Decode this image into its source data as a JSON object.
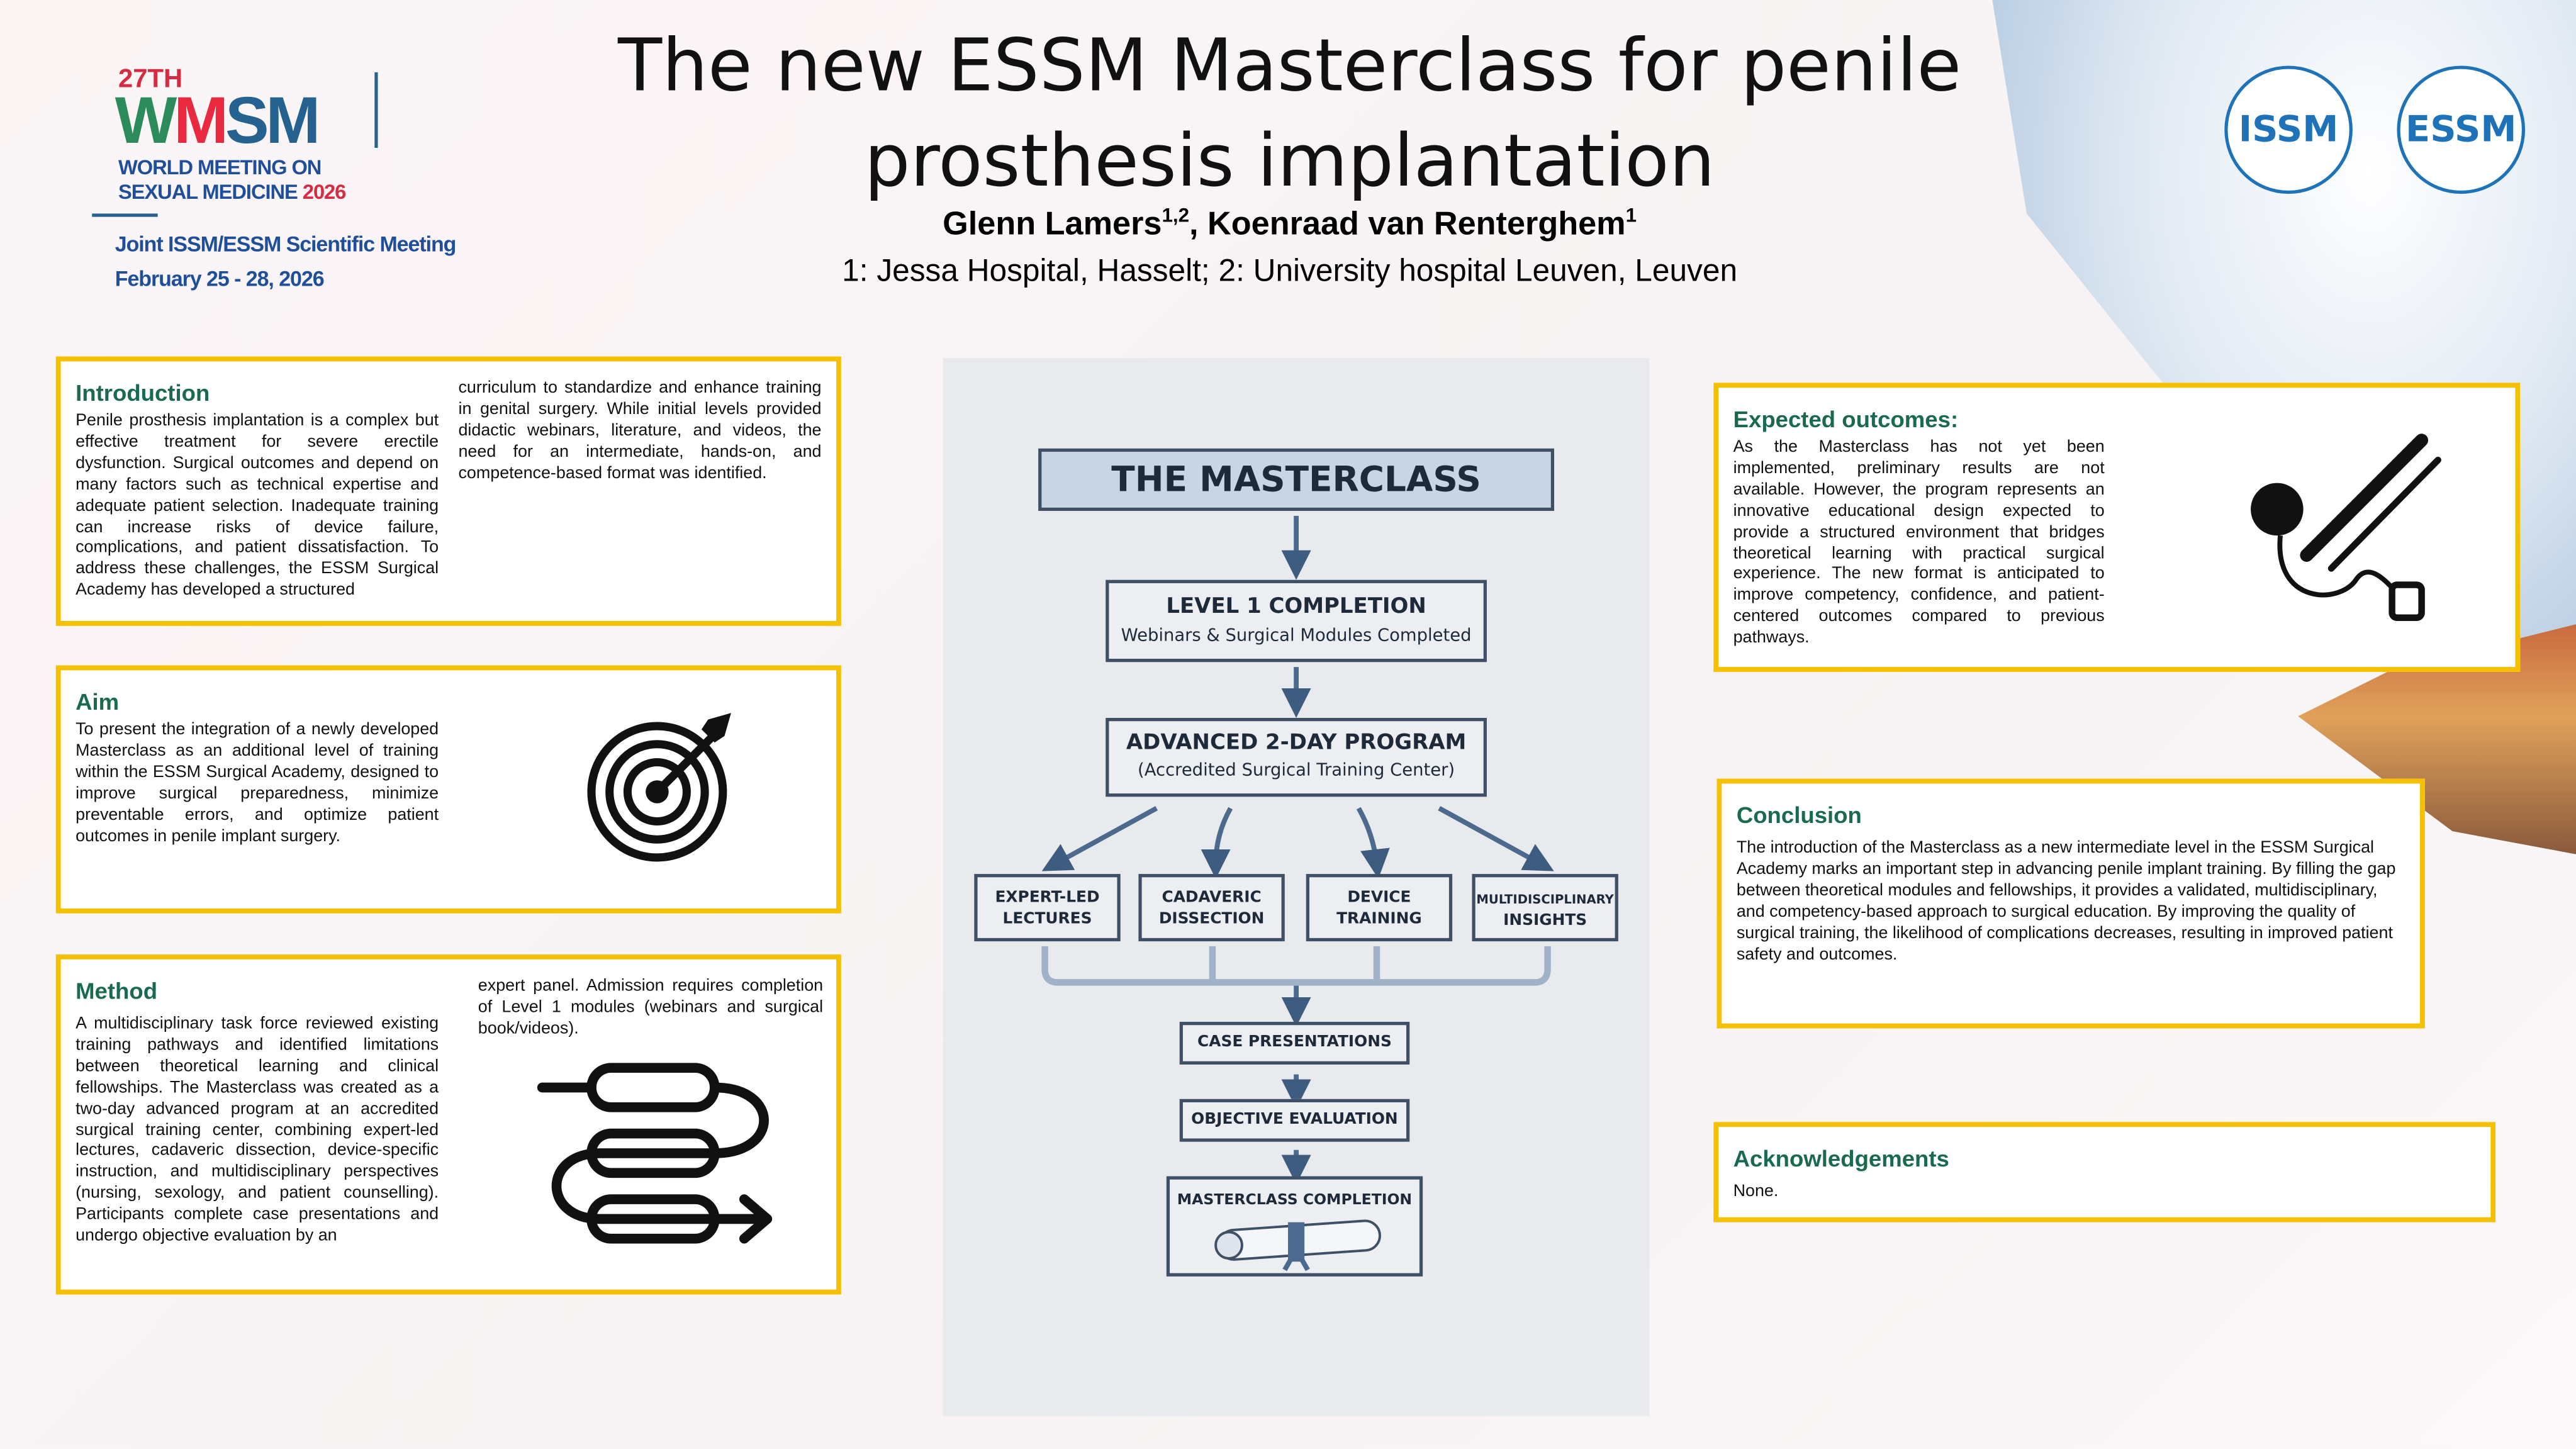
{
  "header": {
    "title_line1": "The new ESSM Masterclass for penile",
    "title_line2": "prosthesis implantation",
    "authors": "Glenn Lamers",
    "authors_sup1": "1,2",
    "authors2": ", Koenraad van Renterghem",
    "authors_sup2": "1",
    "affiliations": "1: Jessa Hospital, Hasselt; 2: University hospital Leuven, Leuven"
  },
  "logo": {
    "edition": "27TH",
    "w": "W",
    "m": "M",
    "sm": "SM",
    "line1": "WORLD MEETING ON",
    "line2": "SEXUAL MEDICINE",
    "year": "2026",
    "joint": "Joint ISSM/ESSM Scientific Meeting",
    "dates": "February 25 - 28, 2026"
  },
  "badges": {
    "issm": "ISSM",
    "essm": "ESSM"
  },
  "introduction": {
    "heading": "Introduction",
    "col1": "Penile prosthesis implantation is a complex but effective treatment for severe erectile dysfunction. Surgical outcomes and depend on many factors such as technical expertise and adequate patient selection. Inadequate training can increase risks of device failure, complications, and patient dissatisfaction. To address these challenges, the ESSM Surgical Academy has developed a structured",
    "col2": "curriculum to standardize and enhance training in genital surgery. While initial levels provided didactic webinars, literature, and videos, the need for an intermediate, hands-on, and competence-based format was identified."
  },
  "aim": {
    "heading": "Aim",
    "text": "To present the integration of a newly developed Masterclass as an additional level of training within the ESSM Surgical Academy, designed to improve surgical preparedness, minimize preventable errors, and optimize patient outcomes in penile implant surgery."
  },
  "method": {
    "heading": "Method",
    "col1": "A multidisciplinary task force reviewed existing training pathways and identified limitations between theoretical learning and clinical fellowships. The Masterclass was created as a two-day advanced program at an accredited surgical training center, combining expert-led lectures, cadaveric dissection, device-specific instruction, and multidisciplinary perspectives (nursing, sexology, and patient counselling). Participants complete case presentations and undergo objective evaluation by an",
    "col2": "expert panel. Admission requires completion of Level 1 modules (webinars and surgical book/videos)."
  },
  "flow": {
    "title": "THE MASTERCLASS",
    "level1": "LEVEL 1 COMPLETION",
    "level1_sub": "Webinars & Surgical Modules Completed",
    "advanced": "ADVANCED 2-DAY PROGRAM",
    "advanced_sub": "(Accredited Surgical Training Center)",
    "b1a": "EXPERT-LED",
    "b1b": "LECTURES",
    "b2a": "CADAVERIC",
    "b2b": "DISSECTION",
    "b3a": "DEVICE",
    "b3b": "TRAINING",
    "b4a": "MULTIDISCIPLINARY",
    "b4b": "INSIGHTS",
    "case": "CASE PRESENTATIONS",
    "eval": "OBJECTIVE EVALUATION",
    "complete": "MASTERCLASS COMPLETION"
  },
  "expected": {
    "heading": "Expected outcomes:",
    "text": "As the Masterclass has not yet been implemented, preliminary results are not available. However, the program represents an innovative educational design expected to provide a structured environment that bridges theoretical learning with practical surgical experience. The new format is anticipated to improve competency, confidence, and patient-centered outcomes compared to previous pathways."
  },
  "conclusion": {
    "heading": "Conclusion",
    "text": "The introduction of the Masterclass as a new intermediate level in the ESSM Surgical Academy marks an important step in advancing penile implant training. By filling the gap between theoretical modules and fellowships, it provides a validated, multidisciplinary, and competency-based approach to surgical education. By improving the quality of surgical training, the likelihood of complications decreases, resulting in improved patient safety and outcomes."
  },
  "acknowledgements": {
    "heading": "Acknowledgements",
    "text": "None."
  },
  "colors": {
    "accent": "#f5c000",
    "heading": "#1a6b4d",
    "flow": "#3e4f66"
  }
}
